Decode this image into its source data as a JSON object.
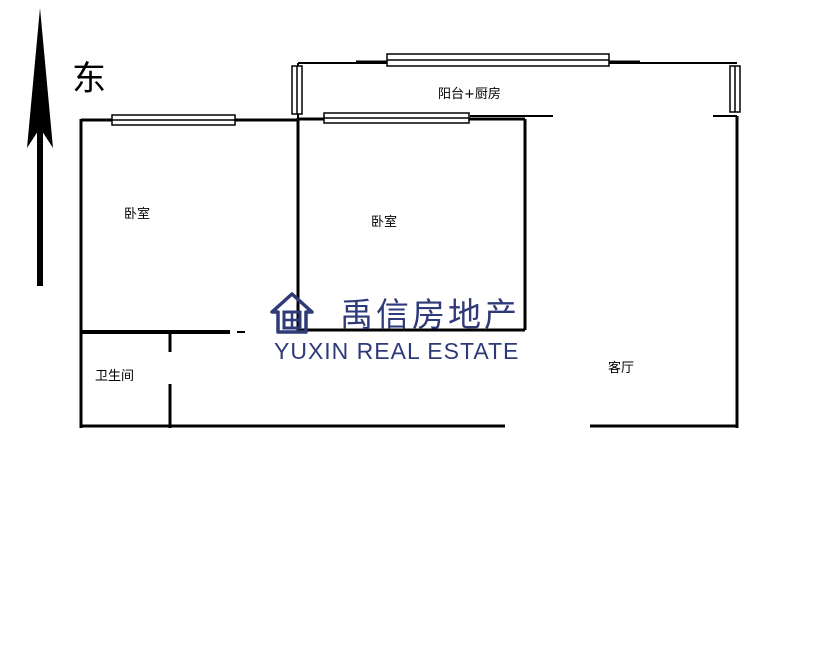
{
  "compass": {
    "label": "东"
  },
  "rooms": {
    "bedroom_left": "卧室",
    "bedroom_center": "卧室",
    "balcony_kitchen": "阳台+厨房",
    "bathroom": "卫生间",
    "living_room": "客厅"
  },
  "watermark": {
    "name_cn": "禹信房地产",
    "name_en": "YUXIN REAL ESTATE",
    "color": "#2f3a78"
  }
}
